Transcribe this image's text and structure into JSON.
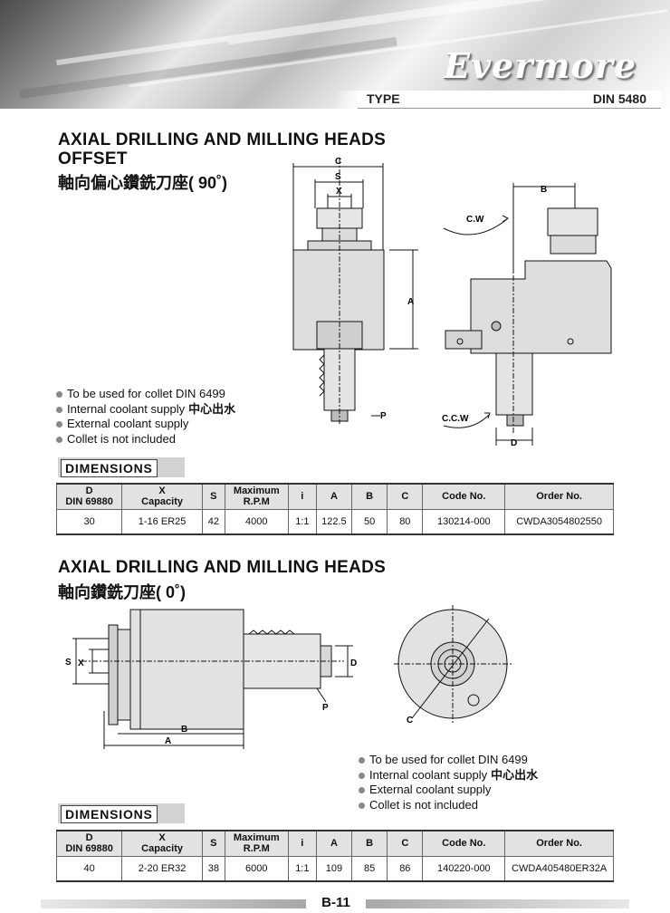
{
  "header": {
    "brand": "Evermore",
    "type_label": "TYPE",
    "type_value": "DIN 5480"
  },
  "section1": {
    "title_line1": "AXIAL DRILLING AND MILLING HEADS",
    "title_line2": "OFFSET",
    "subtitle": "軸向偏心鑽銑刀座( 90˚)",
    "drawing_labels": {
      "C": "C",
      "S": "S",
      "X": "X",
      "A": "A",
      "P": "P",
      "B": "B",
      "D": "D",
      "CW": "C.W",
      "CCW": "C.C.W"
    },
    "bullets": [
      {
        "text": "To be used for collet DIN 6499",
        "cn": ""
      },
      {
        "text": "Internal coolant supply",
        "cn": "中心出水"
      },
      {
        "text": "External coolant supply",
        "cn": ""
      },
      {
        "text": "Collet is not included",
        "cn": ""
      }
    ],
    "dimensions_label": "DIMENSIONS",
    "table": {
      "headers": [
        "D\nDIN 69880",
        "X\nCapacity",
        "S",
        "Maximum\nR.P.M",
        "i",
        "A",
        "B",
        "C",
        "Code No.",
        "Order No."
      ],
      "rows": [
        [
          "30",
          "1-16  ER25",
          "42",
          "4000",
          "1:1",
          "122.5",
          "50",
          "80",
          "130214-000",
          "CWDA3054802550"
        ]
      ]
    }
  },
  "section2": {
    "title_line1": "AXIAL DRILLING AND MILLING HEADS",
    "subtitle": "軸向鑽銑刀座( 0˚)",
    "drawing_labels": {
      "S": "S",
      "X": "X",
      "D": "D",
      "P": "P",
      "B": "B",
      "A": "A",
      "C": "C"
    },
    "bullets": [
      {
        "text": "To be used for collet DIN 6499",
        "cn": ""
      },
      {
        "text": "Internal coolant supply",
        "cn": "中心出水"
      },
      {
        "text": "External coolant supply",
        "cn": ""
      },
      {
        "text": "Collet is not included",
        "cn": ""
      }
    ],
    "dimensions_label": "DIMENSIONS",
    "table": {
      "headers": [
        "D\nDIN 69880",
        "X\nCapacity",
        "S",
        "Maximum\nR.P.M",
        "i",
        "A",
        "B",
        "C",
        "Code No.",
        "Order No."
      ],
      "rows": [
        [
          "40",
          "2-20  ER32",
          "38",
          "6000",
          "1:1",
          "109",
          "85",
          "86",
          "140220-000",
          "CWDA405480ER32A"
        ]
      ]
    }
  },
  "footer": {
    "page_number": "B-11"
  },
  "colors": {
    "header_gray": "#9a9a9a",
    "table_header_bg": "#e2e2e2",
    "dim_label_bg": "#d2d2d2",
    "bullet": "#888888"
  }
}
